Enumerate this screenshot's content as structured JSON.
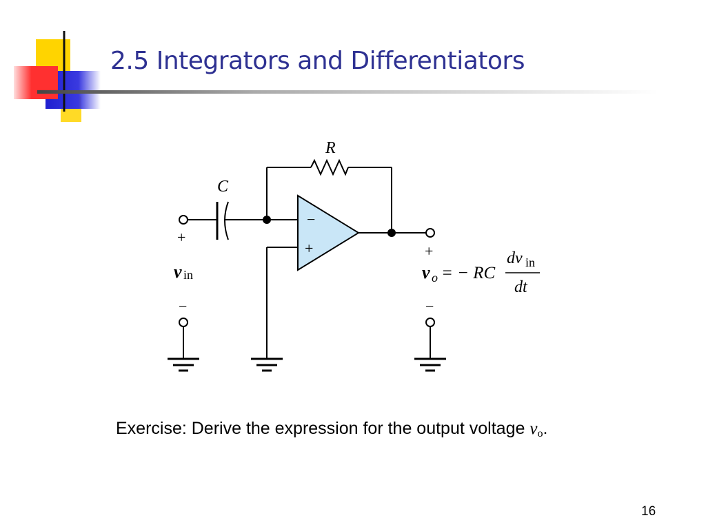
{
  "slide": {
    "title": "2.5 Integrators and Differentiators",
    "page_number": "16"
  },
  "circuit": {
    "resistor_label": "R",
    "capacitor_label": "C",
    "opamp_minus": "−",
    "opamp_plus": "+",
    "input_plus": "+",
    "input_minus": "−",
    "input_var": "v",
    "input_sub": "in",
    "output_plus": "+",
    "output_minus": "−",
    "output_var": "v",
    "output_sub": "o",
    "eq_middle": "= − RC",
    "eq_numerator_var": "dv",
    "eq_numerator_sub": "in",
    "eq_denominator": "dt"
  },
  "exercise": {
    "text": "Exercise: Derive the expression for the output voltage ",
    "var": "v",
    "sub": "o",
    "end": "."
  }
}
